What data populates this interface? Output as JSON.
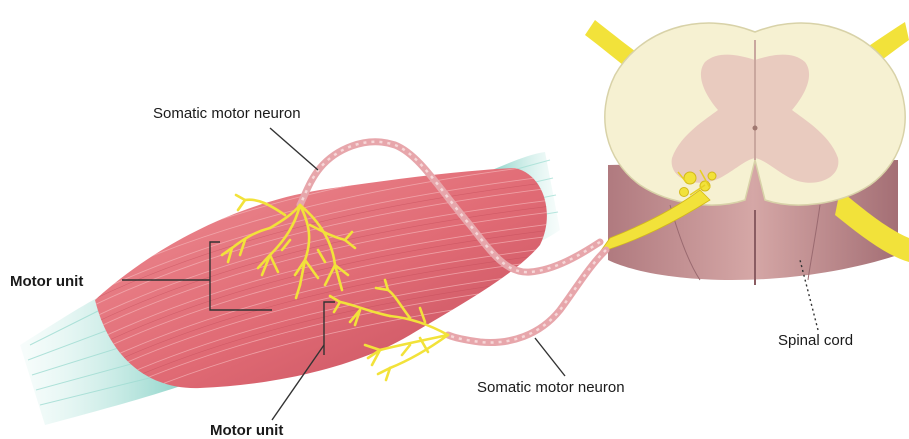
{
  "labels": {
    "somatic_motor_neuron_top": "Somatic motor neuron",
    "somatic_motor_neuron_bottom": "Somatic motor neuron",
    "motor_unit_left": "Motor unit",
    "motor_unit_bottom": "Motor unit",
    "spinal_cord": "Spinal cord"
  },
  "colors": {
    "muscle": "#e06a74",
    "muscle_dark": "#c84a58",
    "tendon": "#7ccfc2",
    "nerve_yellow": "#f2e23a",
    "spinal_cord_white_matter": "#f5f0cf",
    "spinal_cord_grey_matter": "#e8c7bd",
    "spinal_cord_base": "#c99a9a",
    "axon_sheath": "#e7a6ab",
    "leader_line": "#333333"
  }
}
